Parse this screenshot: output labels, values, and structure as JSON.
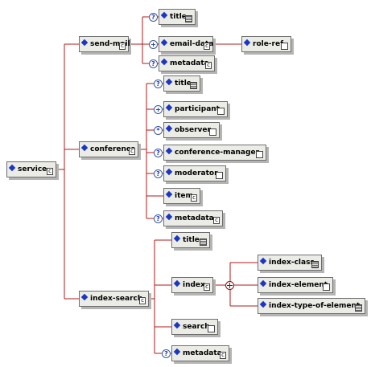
{
  "nodes": {
    "service": {
      "label": "service",
      "icon": "c"
    },
    "send_mail": {
      "label": "send-mail",
      "icon": "c"
    },
    "send_mail_title": {
      "label": "title",
      "icon": "e"
    },
    "email_data": {
      "label": "email-data",
      "icon": "c"
    },
    "role_ref": {
      "label": "role-ref",
      "icon": "l"
    },
    "send_mail_metadata": {
      "label": "metadata",
      "icon": "c"
    },
    "conference": {
      "label": "conference",
      "icon": "c"
    },
    "conf_title": {
      "label": "title",
      "icon": "e"
    },
    "participant": {
      "label": "participant",
      "icon": "l"
    },
    "observer": {
      "label": "observer",
      "icon": "l"
    },
    "conference_manager": {
      "label": "conference-manager",
      "icon": "l"
    },
    "moderator": {
      "label": "moderator",
      "icon": "l"
    },
    "item": {
      "label": "item",
      "icon": "c"
    },
    "conf_metadata": {
      "label": "metadata",
      "icon": "c"
    },
    "index_search": {
      "label": "index-search",
      "icon": "c"
    },
    "is_title": {
      "label": "title",
      "icon": "e"
    },
    "index": {
      "label": "index",
      "icon": "c"
    },
    "index_class": {
      "label": "index-class",
      "icon": "e"
    },
    "index_element": {
      "label": "index-element",
      "icon": "l"
    },
    "index_type_of_element": {
      "label": "index-type-of-element",
      "icon": "e"
    },
    "search": {
      "label": "search",
      "icon": "l"
    },
    "is_metadata": {
      "label": "metadata",
      "icon": "c"
    }
  },
  "cardinality": {
    "optional": "?",
    "one_or_more": "+",
    "zero_or_more": "*"
  },
  "icon_glyphs": {
    "c": "c"
  },
  "colors": {
    "connector": "#b01818",
    "diamond": "#1c36c4",
    "box_fill": "#ecece6"
  }
}
